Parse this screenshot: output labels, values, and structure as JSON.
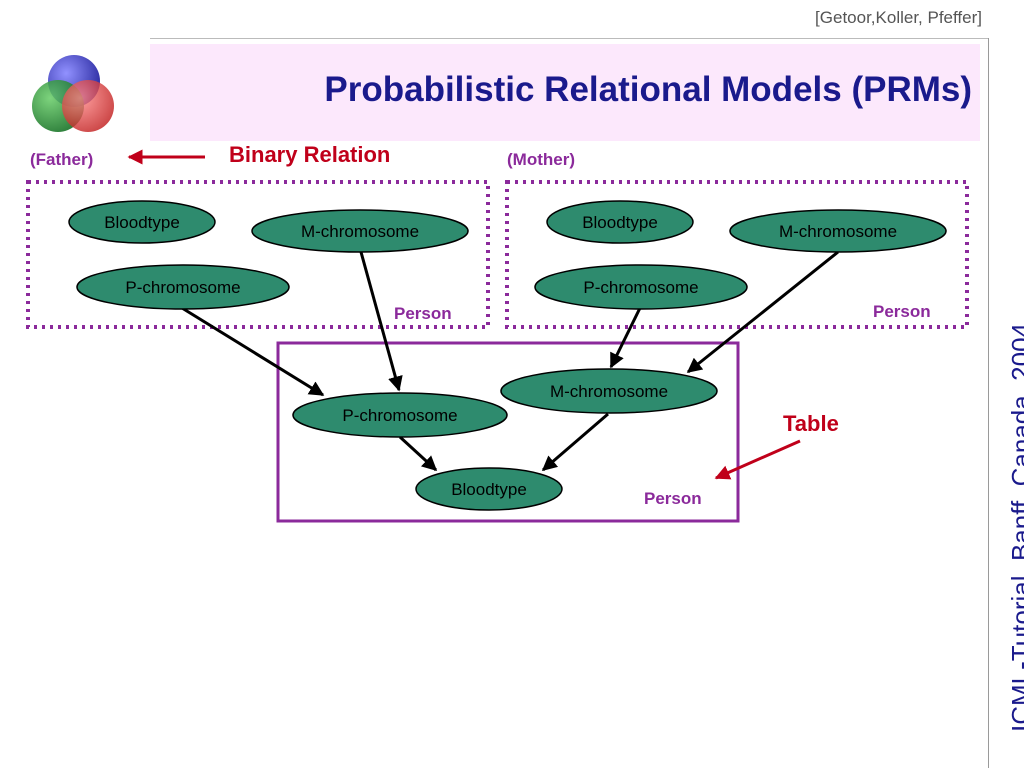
{
  "citation": "[Getoor,Koller, Pfeffer]",
  "title": "Probabilistic Relational Models (PRMs)",
  "side_caption": "ICML-Tutorial, Banff, Canada, 2004",
  "logo_icon": "venn-circles-icon",
  "colors": {
    "title": "#1a1a8c",
    "title_band": "#fce8fc",
    "node_fill": "#2e8b6e",
    "box_border": "#8b2a9b",
    "arrow_red": "#c0001a"
  },
  "labels": {
    "father": "(Father)",
    "mother": "(Mother)",
    "binary_relation": "Binary Relation",
    "table": "Table"
  },
  "boxes": {
    "father": {
      "label": "Person"
    },
    "mother": {
      "label": "Person"
    },
    "child": {
      "label": "Person"
    }
  },
  "nodes": {
    "f_blood": "Bloodtype",
    "f_m": "M-chromosome",
    "f_p": "P-chromosome",
    "m_blood": "Bloodtype",
    "m_m": "M-chromosome",
    "m_p": "P-chromosome",
    "c_m": "M-chromosome",
    "c_p": "P-chromosome",
    "c_blood": "Bloodtype"
  }
}
